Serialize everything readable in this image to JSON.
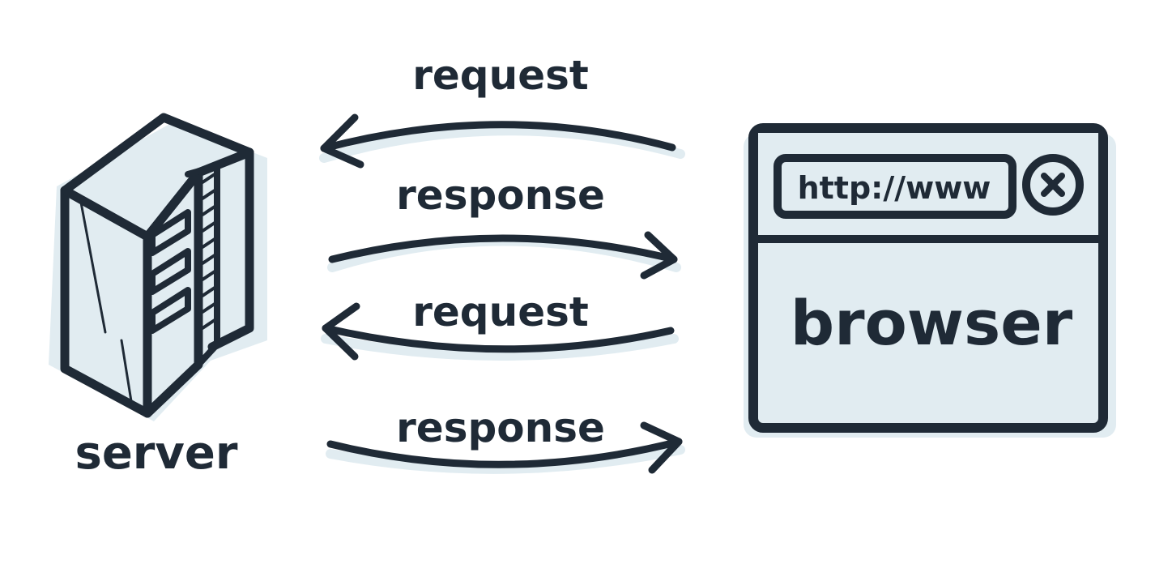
{
  "server": {
    "label": "server"
  },
  "browser": {
    "label": "browser",
    "address": "http://www",
    "close_glyph": "×"
  },
  "arrows": [
    {
      "label": "request",
      "direction": "to-server"
    },
    {
      "label": "response",
      "direction": "to-browser"
    },
    {
      "label": "request",
      "direction": "to-server"
    },
    {
      "label": "response",
      "direction": "to-browser"
    }
  ],
  "colors": {
    "ink": "#1f2a36",
    "wash": "#e1ecf1"
  }
}
